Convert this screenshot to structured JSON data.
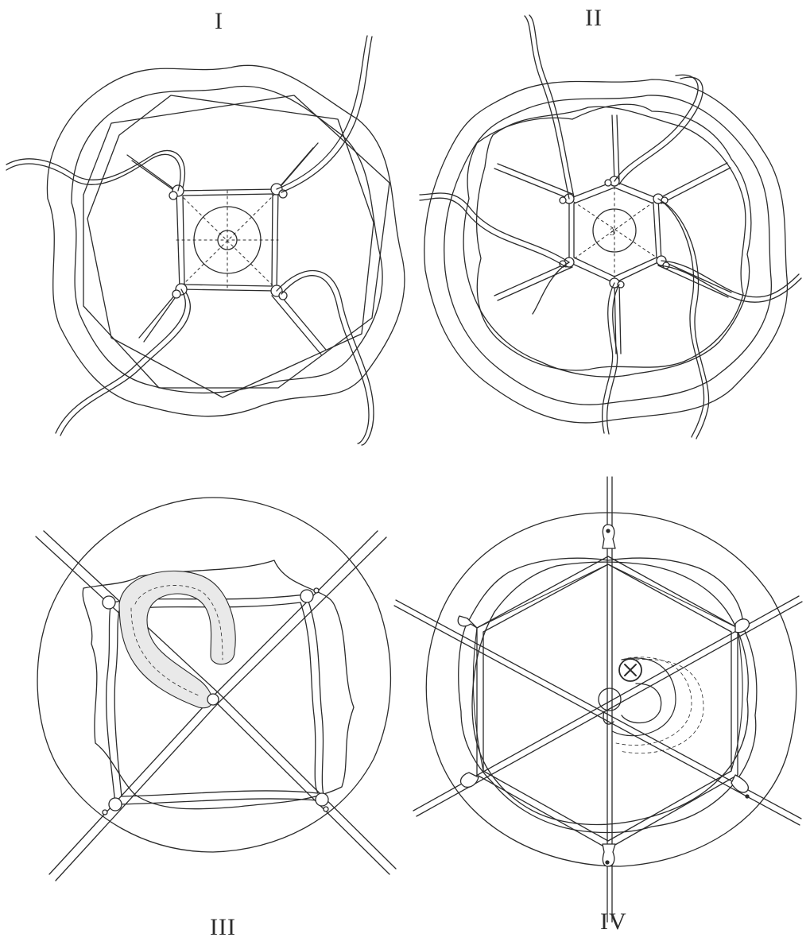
{
  "figures": [
    {
      "id": "fig-1",
      "label": "I"
    },
    {
      "id": "fig-2",
      "label": "II",
      "center_mark": "3"
    },
    {
      "id": "fig-3",
      "label": "III"
    },
    {
      "id": "fig-4",
      "label": "IV"
    }
  ],
  "colors": {
    "ink": "#2b2b2b",
    "background": "#ffffff",
    "shade": "#bdbdbd"
  }
}
